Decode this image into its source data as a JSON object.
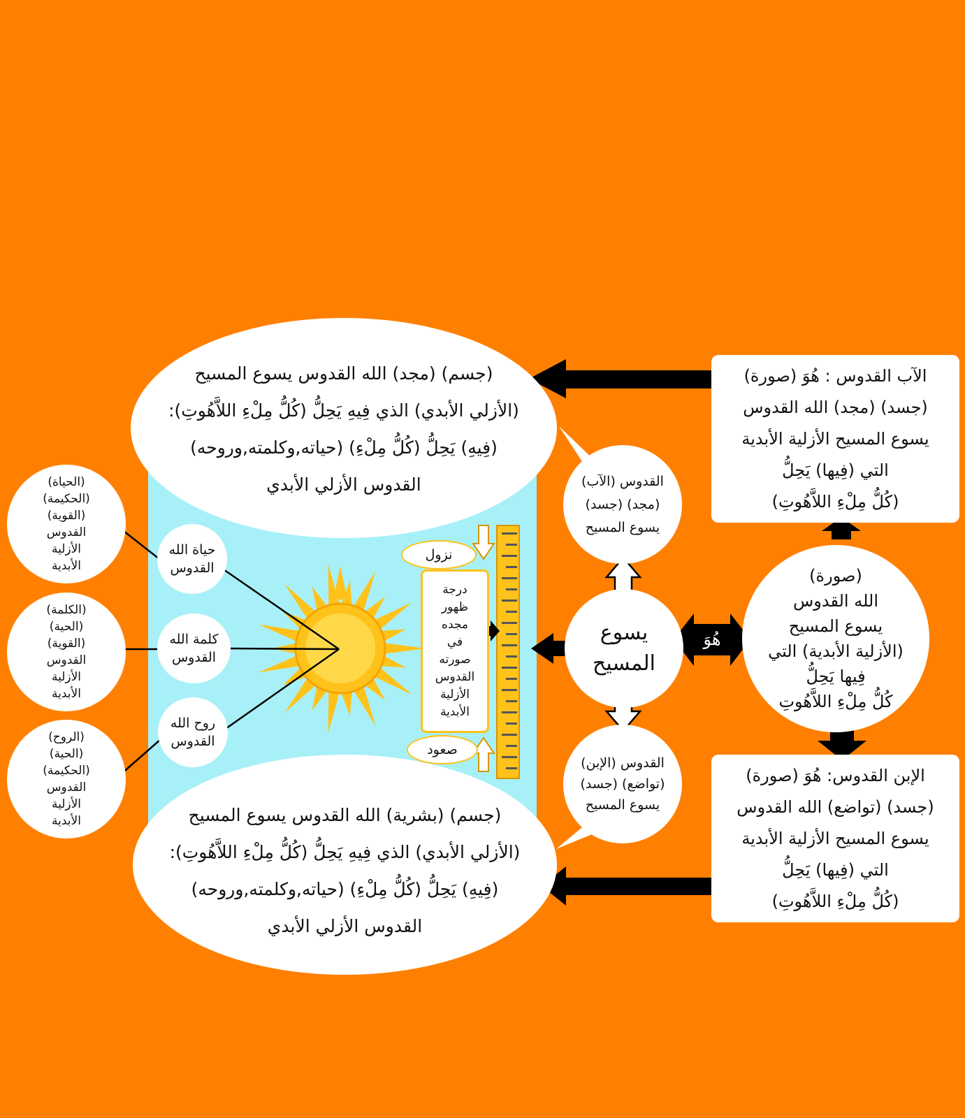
{
  "colors": {
    "background": "#ff8000",
    "panel": "#ffffff",
    "sky": "#a8f0f8",
    "sun": "#ffc21a",
    "ruler": "#ffc21a",
    "arrow": "#000000"
  },
  "cylinder": {
    "top_lines": [
      "(جسم) (مجد) الله القدوس يسوع المسيح",
      "(الأزلي الأبدي) الذي فِيهِ يَحِلُّ (كُلُّ مِلْءِ اللاَّهُوتِ):",
      "(فِيهِ) يَحِلُّ (كُلُّ مِلْءِ) (حياته,وكلمته,وروحه)",
      "القدوس الأزلي الأبدي"
    ],
    "bottom_lines": [
      "(جسم) (بشرية) الله القدوس يسوع المسيح",
      "(الأزلي الأبدي) الذي فِيهِ يَحِلُّ (كُلُّ مِلْءِ اللاَّهُوتِ):",
      "(فِيهِ) يَحِلُّ (كُلُّ مِلْءِ) (حياته,وكلمته,وروحه)",
      "القدوس الأزلي الأبدي"
    ]
  },
  "inner_circles": {
    "life": [
      "حياة الله",
      "القدوس"
    ],
    "word": [
      "كلمة الله",
      "القدوس"
    ],
    "spirit": [
      "روح الله",
      "القدوس"
    ]
  },
  "left_circles": {
    "life": [
      "(الحياة)",
      "(الحكيمة)",
      "(القوية)",
      "القدوس",
      "الأزلية",
      "الأبدية"
    ],
    "word": [
      "(الكلمة)",
      "(الحية)",
      "(القوية)",
      "القدوس",
      "الأزلية",
      "الأبدية"
    ],
    "spirit": [
      "(الروح)",
      "(الحية)",
      "(الحكيمة)",
      "القدوس",
      "الأزلية",
      "الأبدية"
    ]
  },
  "ruler": {
    "descent": "نزول",
    "ascent": "صعود",
    "degree_lines": [
      "درجة",
      "ظهور",
      "مجده",
      "في",
      "صورته",
      "القدوس",
      "الأزلية",
      "الأبدية"
    ]
  },
  "center": {
    "jesus": [
      "يسوع",
      "المسيح"
    ],
    "father_bubble": [
      "(الآب) القدوس",
      "(جسد) (مجد)",
      "يسوع المسيح"
    ],
    "son_bubble": [
      "(الإبن) القدوس",
      "(جسد) (تواضع)",
      "يسوع المسيح"
    ],
    "huwa": "هُوَ"
  },
  "right": {
    "father_box": [
      "الآب القدوس : هُوَ (صورة)",
      "(جسد) (مجد) الله القدوس",
      "يسوع المسيح الأزلية الأبدية",
      "التي (فِيها) يَحِلُّ",
      "(كُلُّ مِلْءِ اللاَّهُوتِ)"
    ],
    "image_circle": [
      "(صورة)",
      "الله القدوس",
      "يسوع المسيح",
      "(الأزلية الأبدية) التي",
      "فِيها يَحِلُّ",
      "كُلُّ مِلْءِ اللاَّهُوتِ"
    ],
    "son_box": [
      "الإبن القدوس: هُوَ (صورة)",
      "(جسد) (تواضع) الله القدوس",
      "يسوع المسيح الأزلية الأبدية",
      "التي (فِيها) يَحِلُّ",
      "(كُلُّ مِلْءِ اللاَّهُوتِ)"
    ]
  }
}
